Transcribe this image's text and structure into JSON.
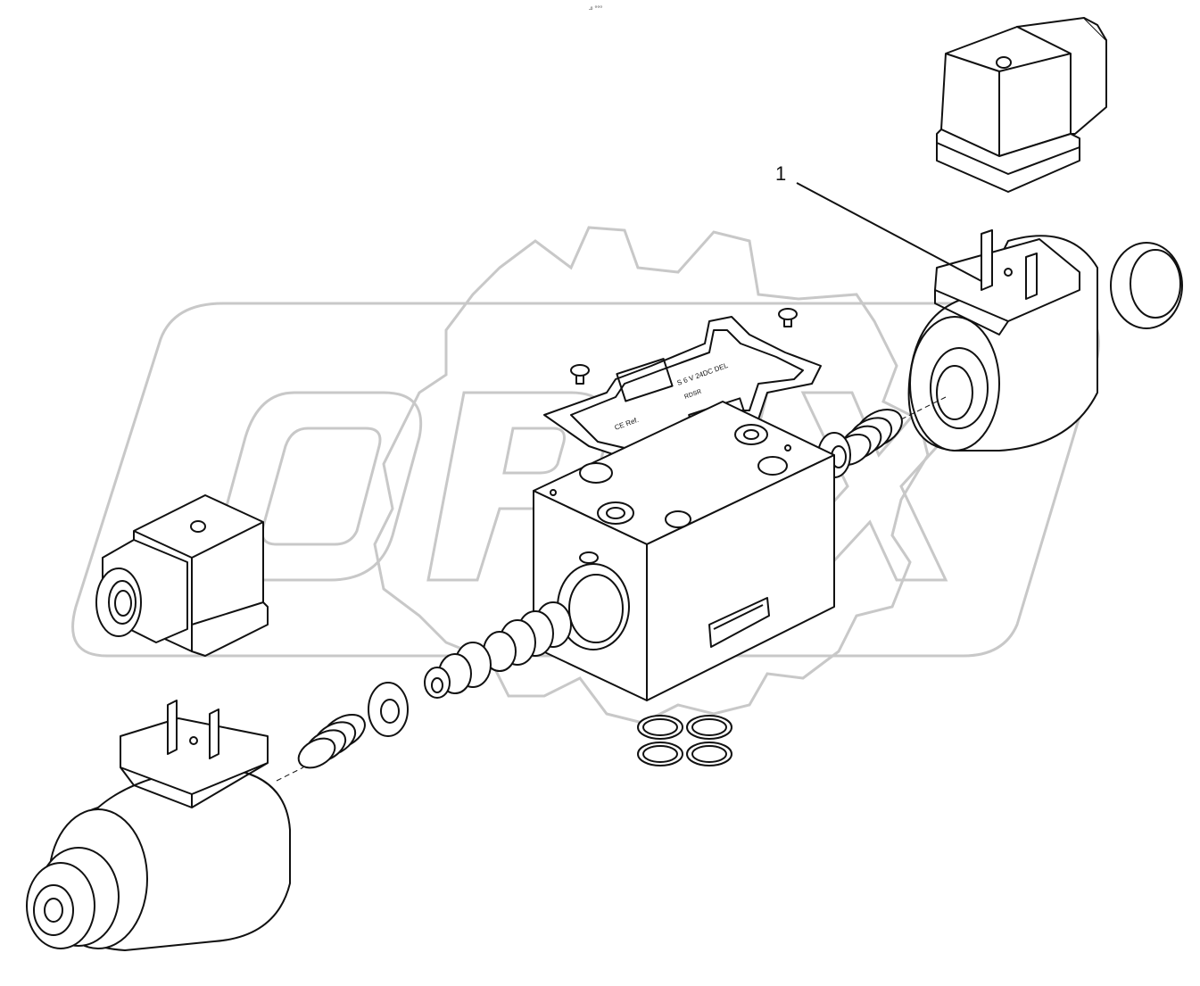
{
  "header": {
    "marker": "᎐₀ ᵒᵒᵒ"
  },
  "callouts": [
    {
      "label": "1"
    }
  ],
  "watermark": {
    "text": "OPEX",
    "color": "#c8c8c8"
  },
  "plate": {
    "line1": "CE Ref.",
    "line2": "S 6 V 24DC DEL",
    "line3": "RDSR"
  },
  "colors": {
    "ink": "#111111",
    "watermark": "#c8c8c8",
    "background": "#ffffff"
  }
}
